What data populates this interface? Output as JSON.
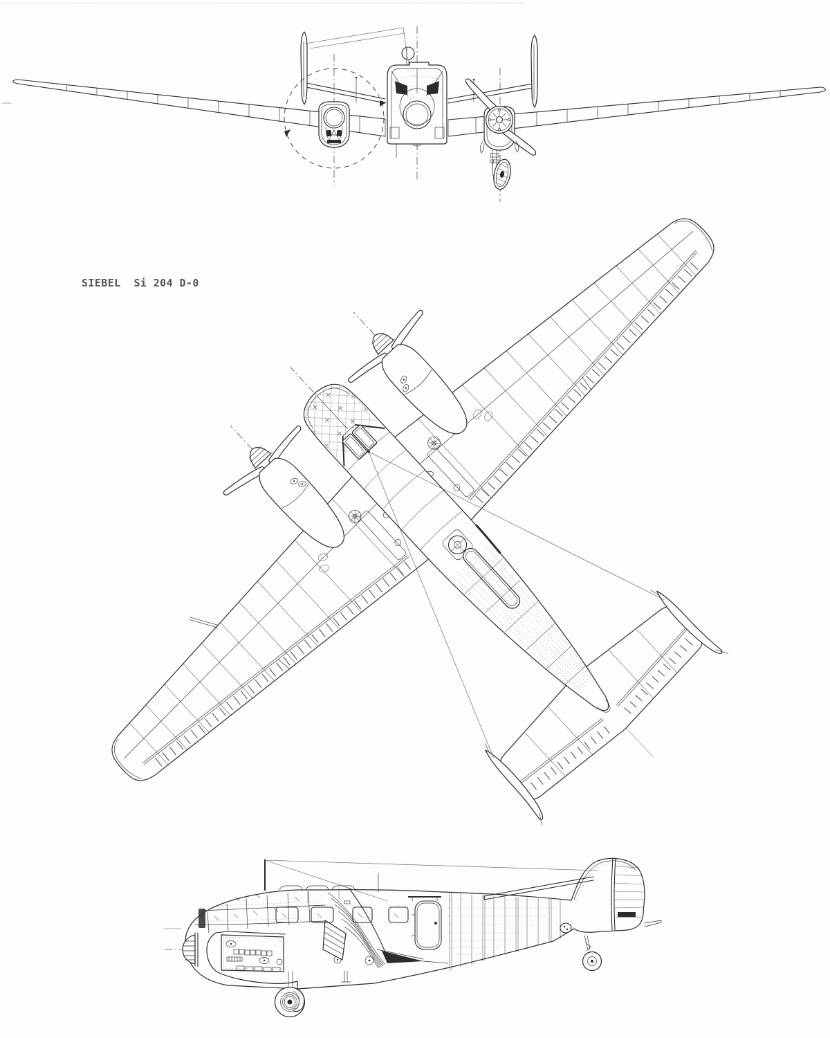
{
  "drawing": {
    "title": "SIEBEL  Si 204 D-0",
    "subject": "three-view line drawing",
    "views": {
      "top": "front view",
      "middle": "plan view (rotated)",
      "bottom": "side view"
    }
  },
  "palette": {
    "ink": "#2b2b2b",
    "paper": "#fdfdfb",
    "label_gray": "#555555"
  }
}
